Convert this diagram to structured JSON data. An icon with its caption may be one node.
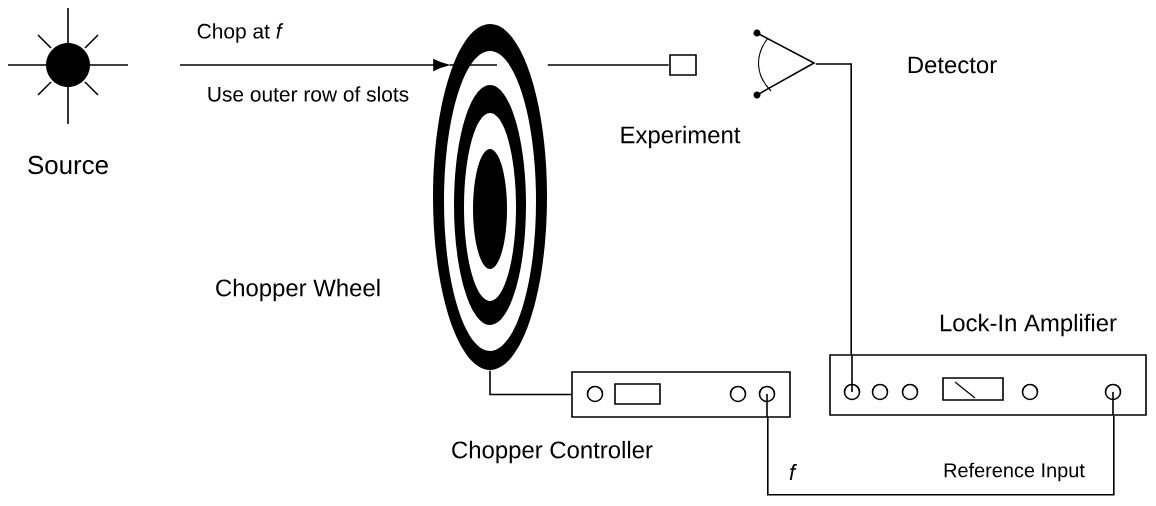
{
  "diagram": {
    "nodes": [
      {
        "text": [
          "Source"
        ]
      },
      {
        "text": [
          "Chopper Wheel"
        ]
      },
      {
        "text": [
          "Experiment"
        ]
      },
      {
        "text": [
          "Detector"
        ]
      },
      {
        "text": [
          "Chopper Controller"
        ]
      },
      {
        "text": [
          "Lock-In Amplifier"
        ]
      }
    ],
    "edges": [
      {
        "from": 0,
        "to": 1,
        "arrow": "to",
        "label": "Chop at *f*"
      },
      {
        "from": 1,
        "to": 2,
        "arrow": "none"
      },
      {
        "from": 3,
        "to": 5,
        "arrow": "none"
      },
      {
        "from": 1,
        "to": 4,
        "arrow": "none"
      },
      {
        "from": 4,
        "to": 5,
        "arrow": "none",
        "label": "*f*"
      }
    ],
    "labels": [
      "Use outer row of slots",
      "Reference Input"
    ]
  }
}
